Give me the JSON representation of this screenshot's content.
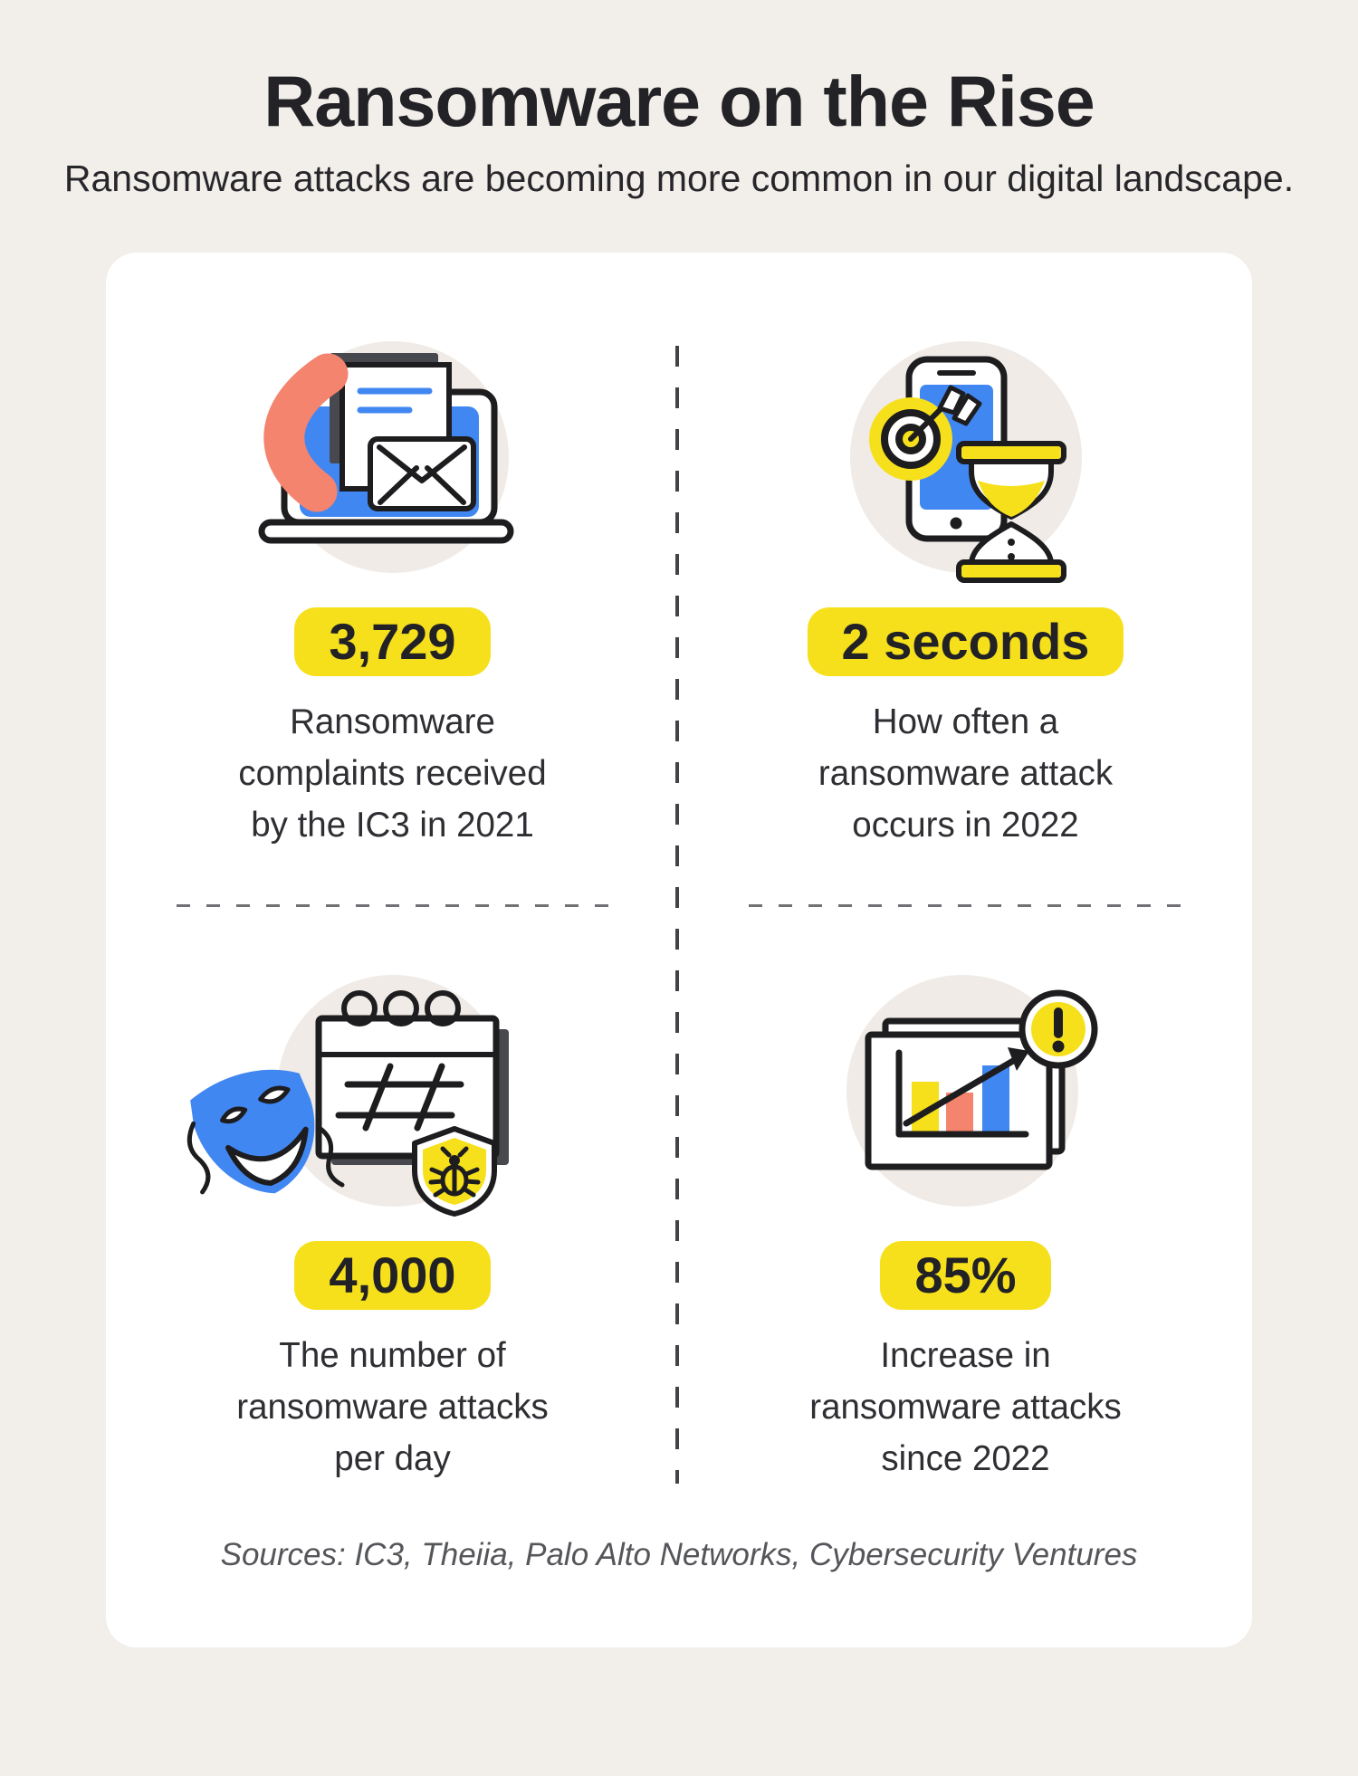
{
  "header": {
    "title": "Ransomware on the Rise",
    "subtitle": "Ransomware attacks are becoming more common in our digital landscape."
  },
  "stats": [
    {
      "icon": "laptop-phone-email",
      "value": "3,729",
      "description": "Ransomware\ncomplaints received\nby the IC3 in 2021"
    },
    {
      "icon": "phone-target-hourglass",
      "value": "2 seconds",
      "description": "How often a\nransomware attack\noccurs in 2022"
    },
    {
      "icon": "mask-calendar-shield",
      "value": "4,000",
      "description": "The number of\nransomware attacks\nper day"
    },
    {
      "icon": "chart-warning",
      "value": "85%",
      "description": "Increase in\nransomware attacks\nsince 2022"
    }
  ],
  "footer": {
    "sources": "Sources: IC3, Theiia, Palo Alto Networks, Cybersecurity Ventures"
  },
  "colors": {
    "yellow": "#F6E01C",
    "blue": "#4187F2",
    "coral": "#F5846E",
    "ink": "#1D1D1F",
    "bg": "#F2EEE9",
    "card": "#FFFFFF",
    "icon-circle": "#F0EBE6",
    "dark-gray": "#47494E"
  }
}
